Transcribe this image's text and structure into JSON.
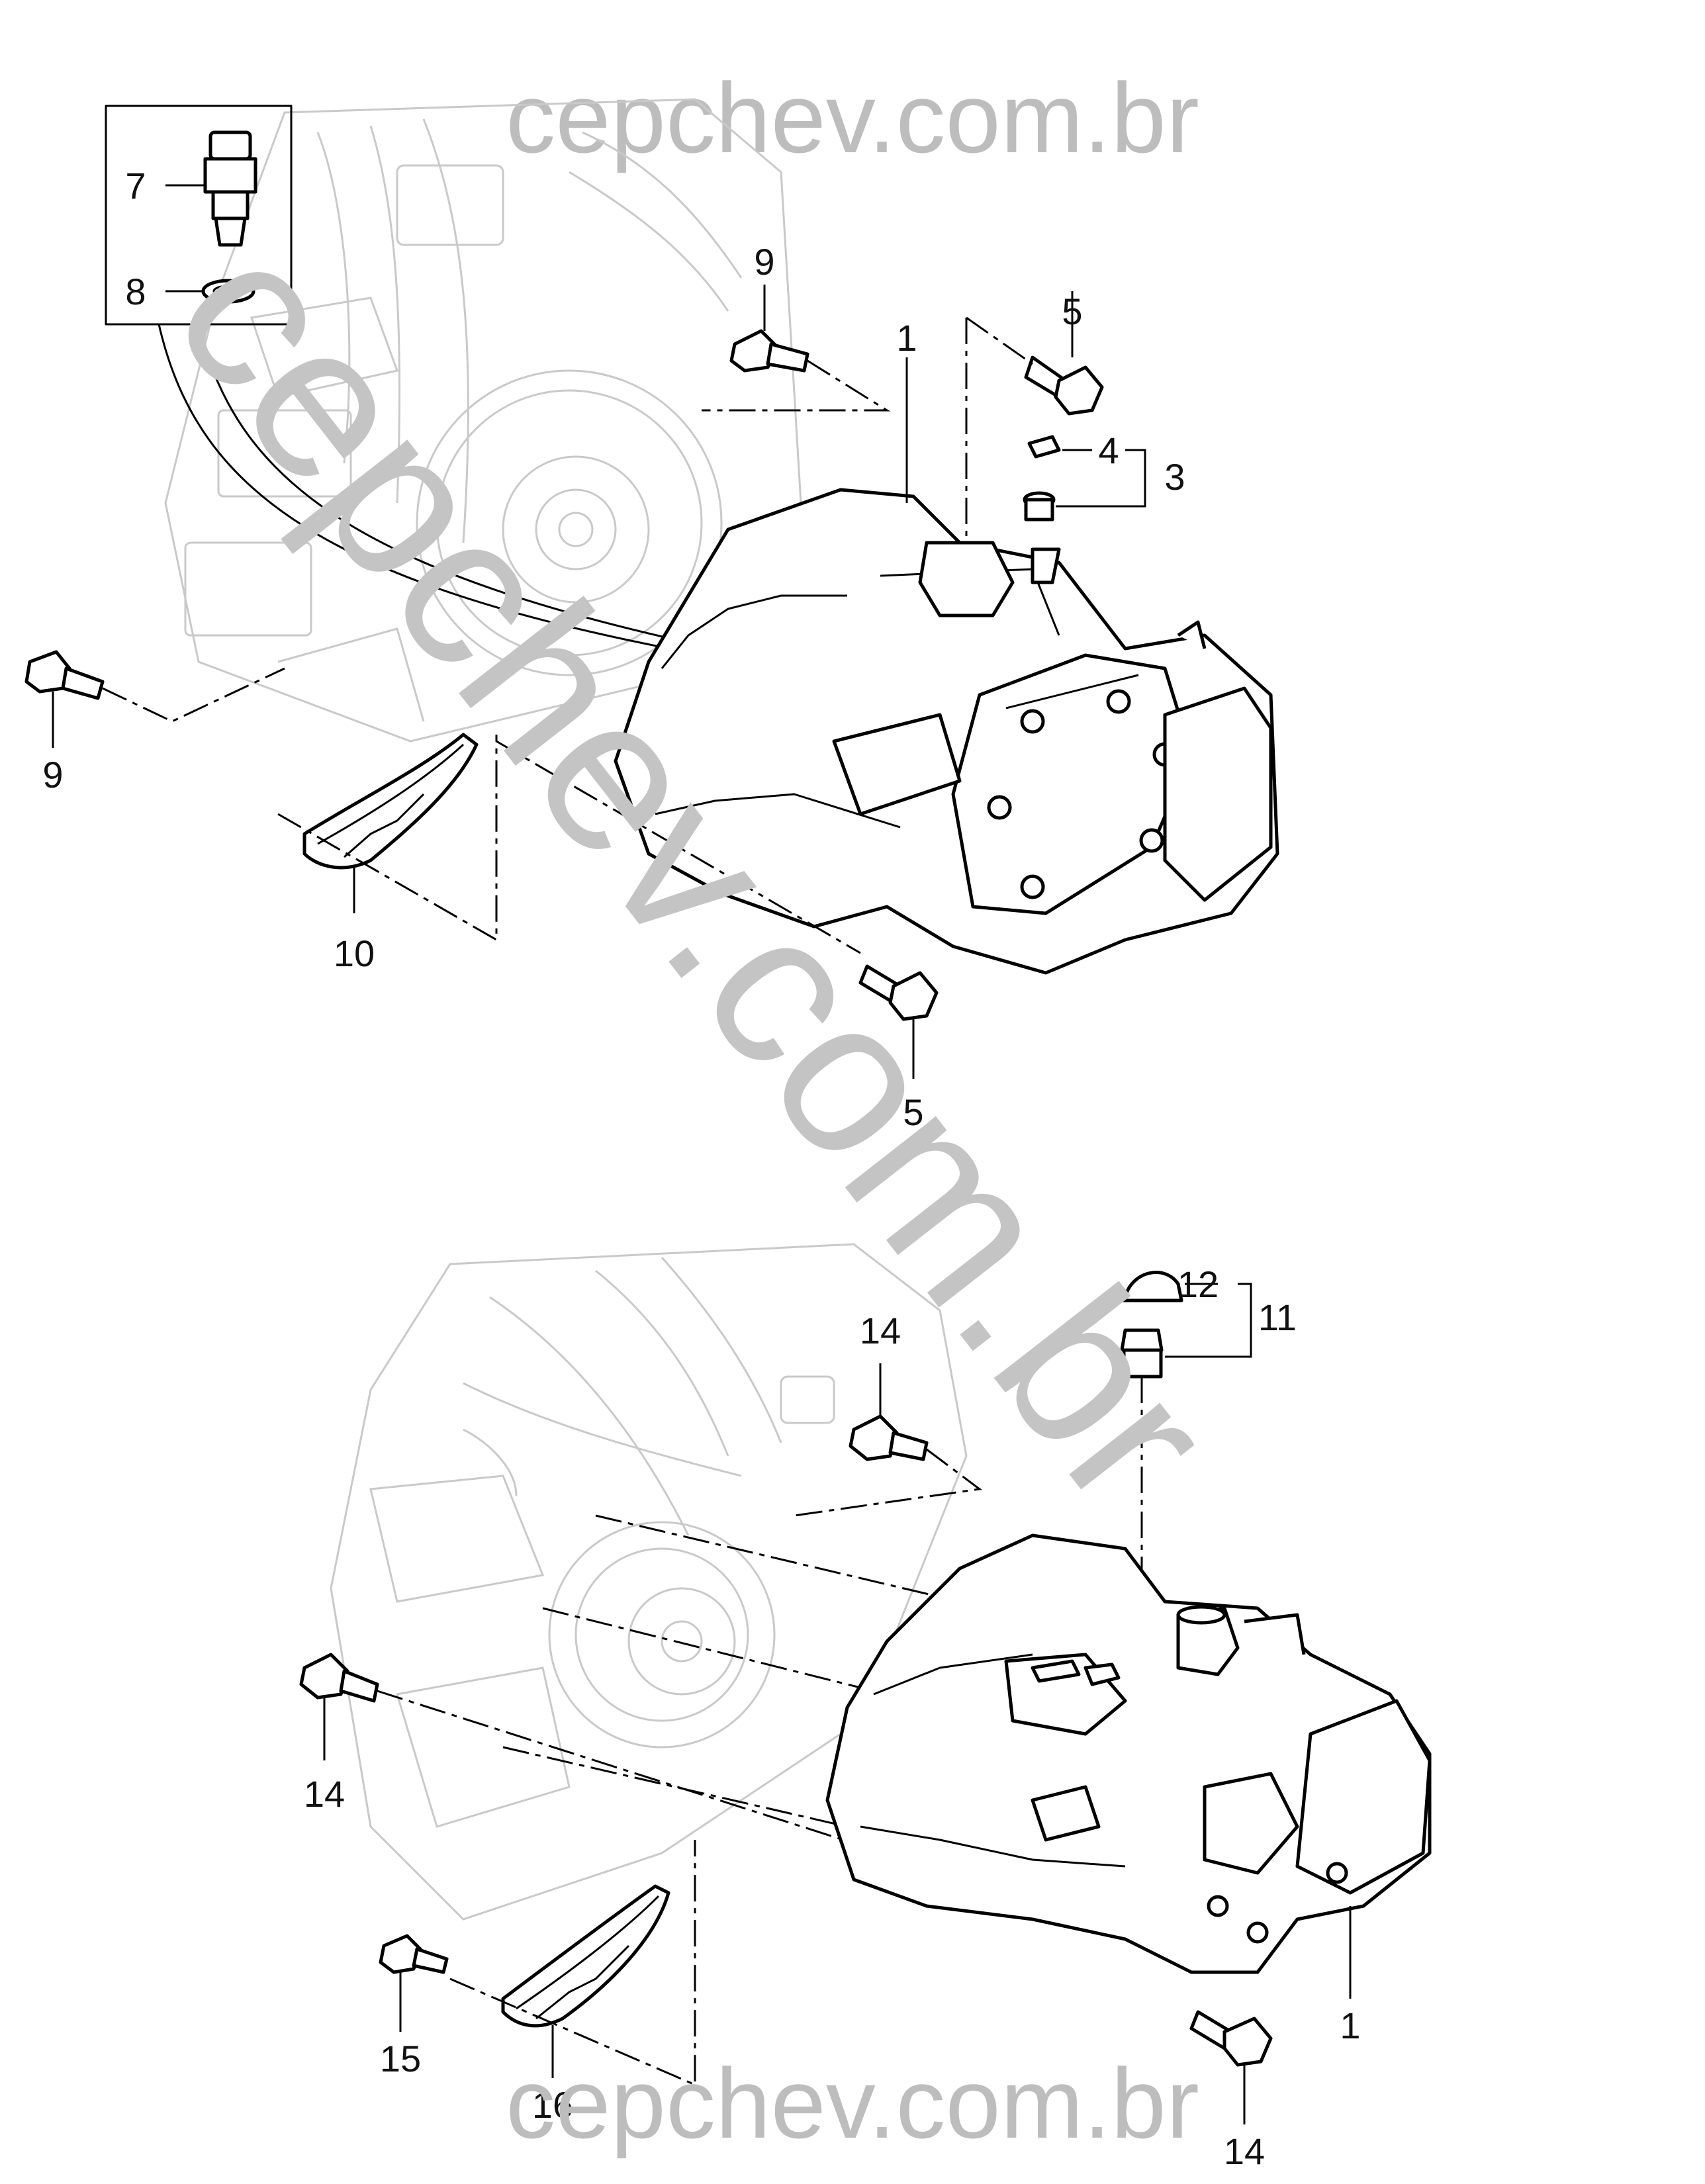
{
  "watermark": {
    "header": "cepchev.com.br",
    "footer": "cepchev.com.br",
    "diagonal": "cepchev.com.br"
  },
  "upper_view": {
    "callouts": [
      {
        "id": "7",
        "label": "7"
      },
      {
        "id": "8",
        "label": "8"
      },
      {
        "id": "9a",
        "label": "9"
      },
      {
        "id": "9b",
        "label": "9"
      },
      {
        "id": "1",
        "label": "1"
      },
      {
        "id": "5a",
        "label": "5"
      },
      {
        "id": "4",
        "label": "4"
      },
      {
        "id": "3",
        "label": "3"
      },
      {
        "id": "10",
        "label": "10"
      },
      {
        "id": "5b",
        "label": "5"
      }
    ]
  },
  "lower_view": {
    "callouts": [
      {
        "id": "12",
        "label": "12"
      },
      {
        "id": "11",
        "label": "11"
      },
      {
        "id": "14a",
        "label": "14"
      },
      {
        "id": "14b",
        "label": "14"
      },
      {
        "id": "14c",
        "label": "14"
      },
      {
        "id": "1",
        "label": "1"
      },
      {
        "id": "15",
        "label": "15"
      },
      {
        "id": "16",
        "label": "16"
      }
    ]
  },
  "colors": {
    "line": "#000000",
    "ghost_engine": "#c9c9c9",
    "watermark": "#bdbdbd",
    "background": "#ffffff"
  }
}
